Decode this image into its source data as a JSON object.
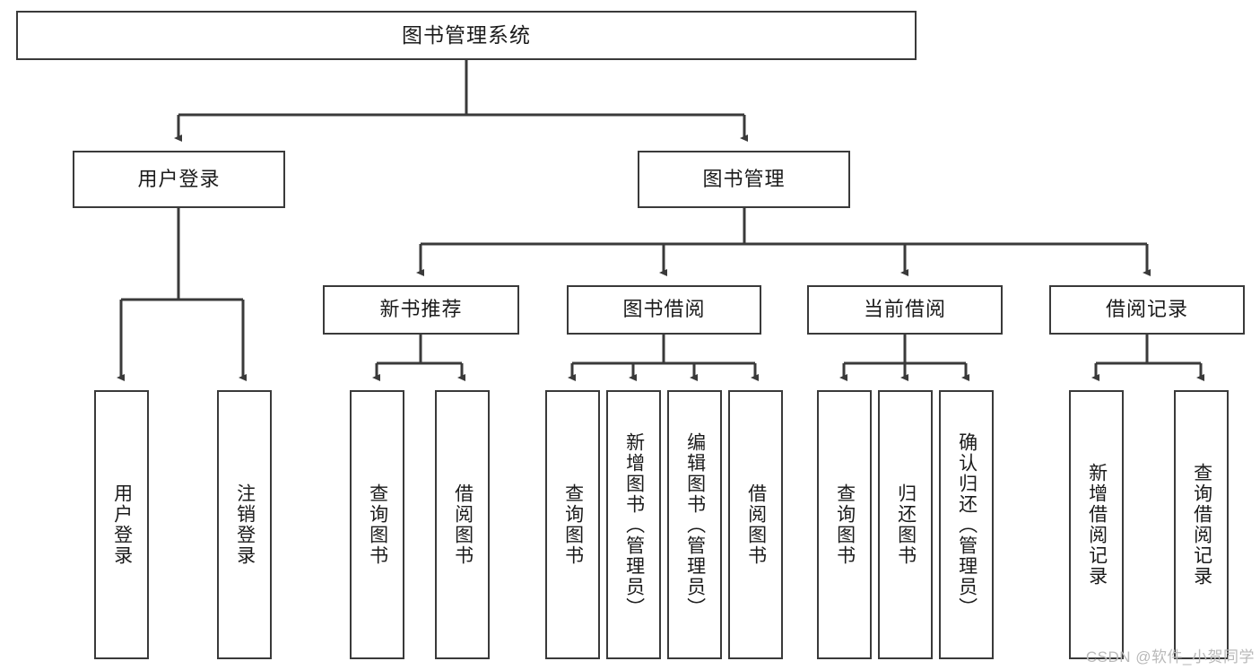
{
  "diagram": {
    "title": "图书管理系统",
    "type": "tree-hierarchy-diagram",
    "colors": {
      "box_border": "#3a3a3a",
      "box_fill": "#ffffff",
      "edge": "#3a3a3a",
      "text": "#1b1b1b",
      "watermark": "#b9b9b9"
    }
  },
  "watermark": {
    "text": "CSDN @软件_小贺同学"
  },
  "nodes": {
    "root": {
      "label": "图书管理系统"
    },
    "level2": [
      {
        "id": "user-login",
        "label": "用户登录"
      },
      {
        "id": "book-management",
        "label": "图书管理"
      }
    ],
    "level3": [
      {
        "id": "new-book-recommend",
        "label": "新书推荐"
      },
      {
        "id": "book-borrow",
        "label": "图书借阅"
      },
      {
        "id": "current-borrow",
        "label": "当前借阅"
      },
      {
        "id": "borrow-record",
        "label": "借阅记录"
      }
    ],
    "leaves": {
      "user_login": [
        {
          "id": "leaf-user-login",
          "label": "用户登录"
        },
        {
          "id": "leaf-logout-login",
          "label": "注销登录"
        }
      ],
      "new_book_recommend": [
        {
          "id": "leaf-query-book-1",
          "label": "查询图书"
        },
        {
          "id": "leaf-borrow-book-1",
          "label": "借阅图书"
        }
      ],
      "book_borrow": [
        {
          "id": "leaf-query-book-2",
          "label": "查询图书"
        },
        {
          "id": "leaf-add-book",
          "label": "新增图书（管理员）"
        },
        {
          "id": "leaf-edit-book",
          "label": "编辑图书（管理员）"
        },
        {
          "id": "leaf-borrow-book-2",
          "label": "借阅图书"
        }
      ],
      "current_borrow": [
        {
          "id": "leaf-query-book-3",
          "label": "查询图书"
        },
        {
          "id": "leaf-return-book",
          "label": "归还图书"
        },
        {
          "id": "leaf-confirm-return",
          "label": "确认归还（管理员）"
        }
      ],
      "borrow_record": [
        {
          "id": "leaf-add-record",
          "label": "新增借阅记录"
        },
        {
          "id": "leaf-query-record",
          "label": "查询借阅记录"
        }
      ]
    }
  }
}
